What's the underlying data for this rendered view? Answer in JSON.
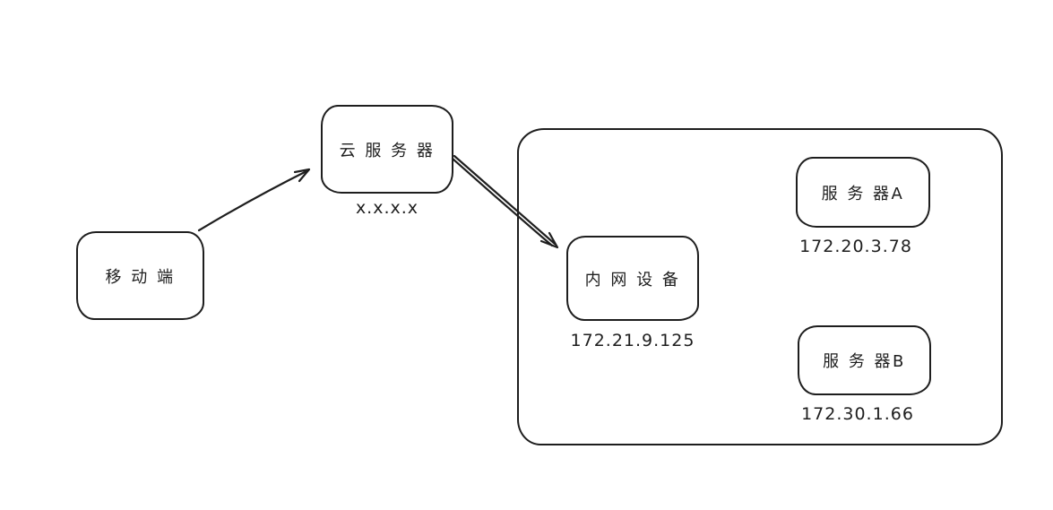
{
  "colors": {
    "background": "#ffffff",
    "stroke": "#1e1e1e"
  },
  "nodes": {
    "mobile": {
      "label": "移 动 端"
    },
    "cloud": {
      "label": "云 服 务 器",
      "ip": "x.x.x.x"
    },
    "intranet": {
      "label": "内 网 设 备",
      "ip": "172.21.9.125"
    },
    "server_a": {
      "label": "服 务 器A",
      "ip": "172.20.3.78"
    },
    "server_b": {
      "label": "服 务 器B",
      "ip": "172.30.1.66"
    }
  }
}
